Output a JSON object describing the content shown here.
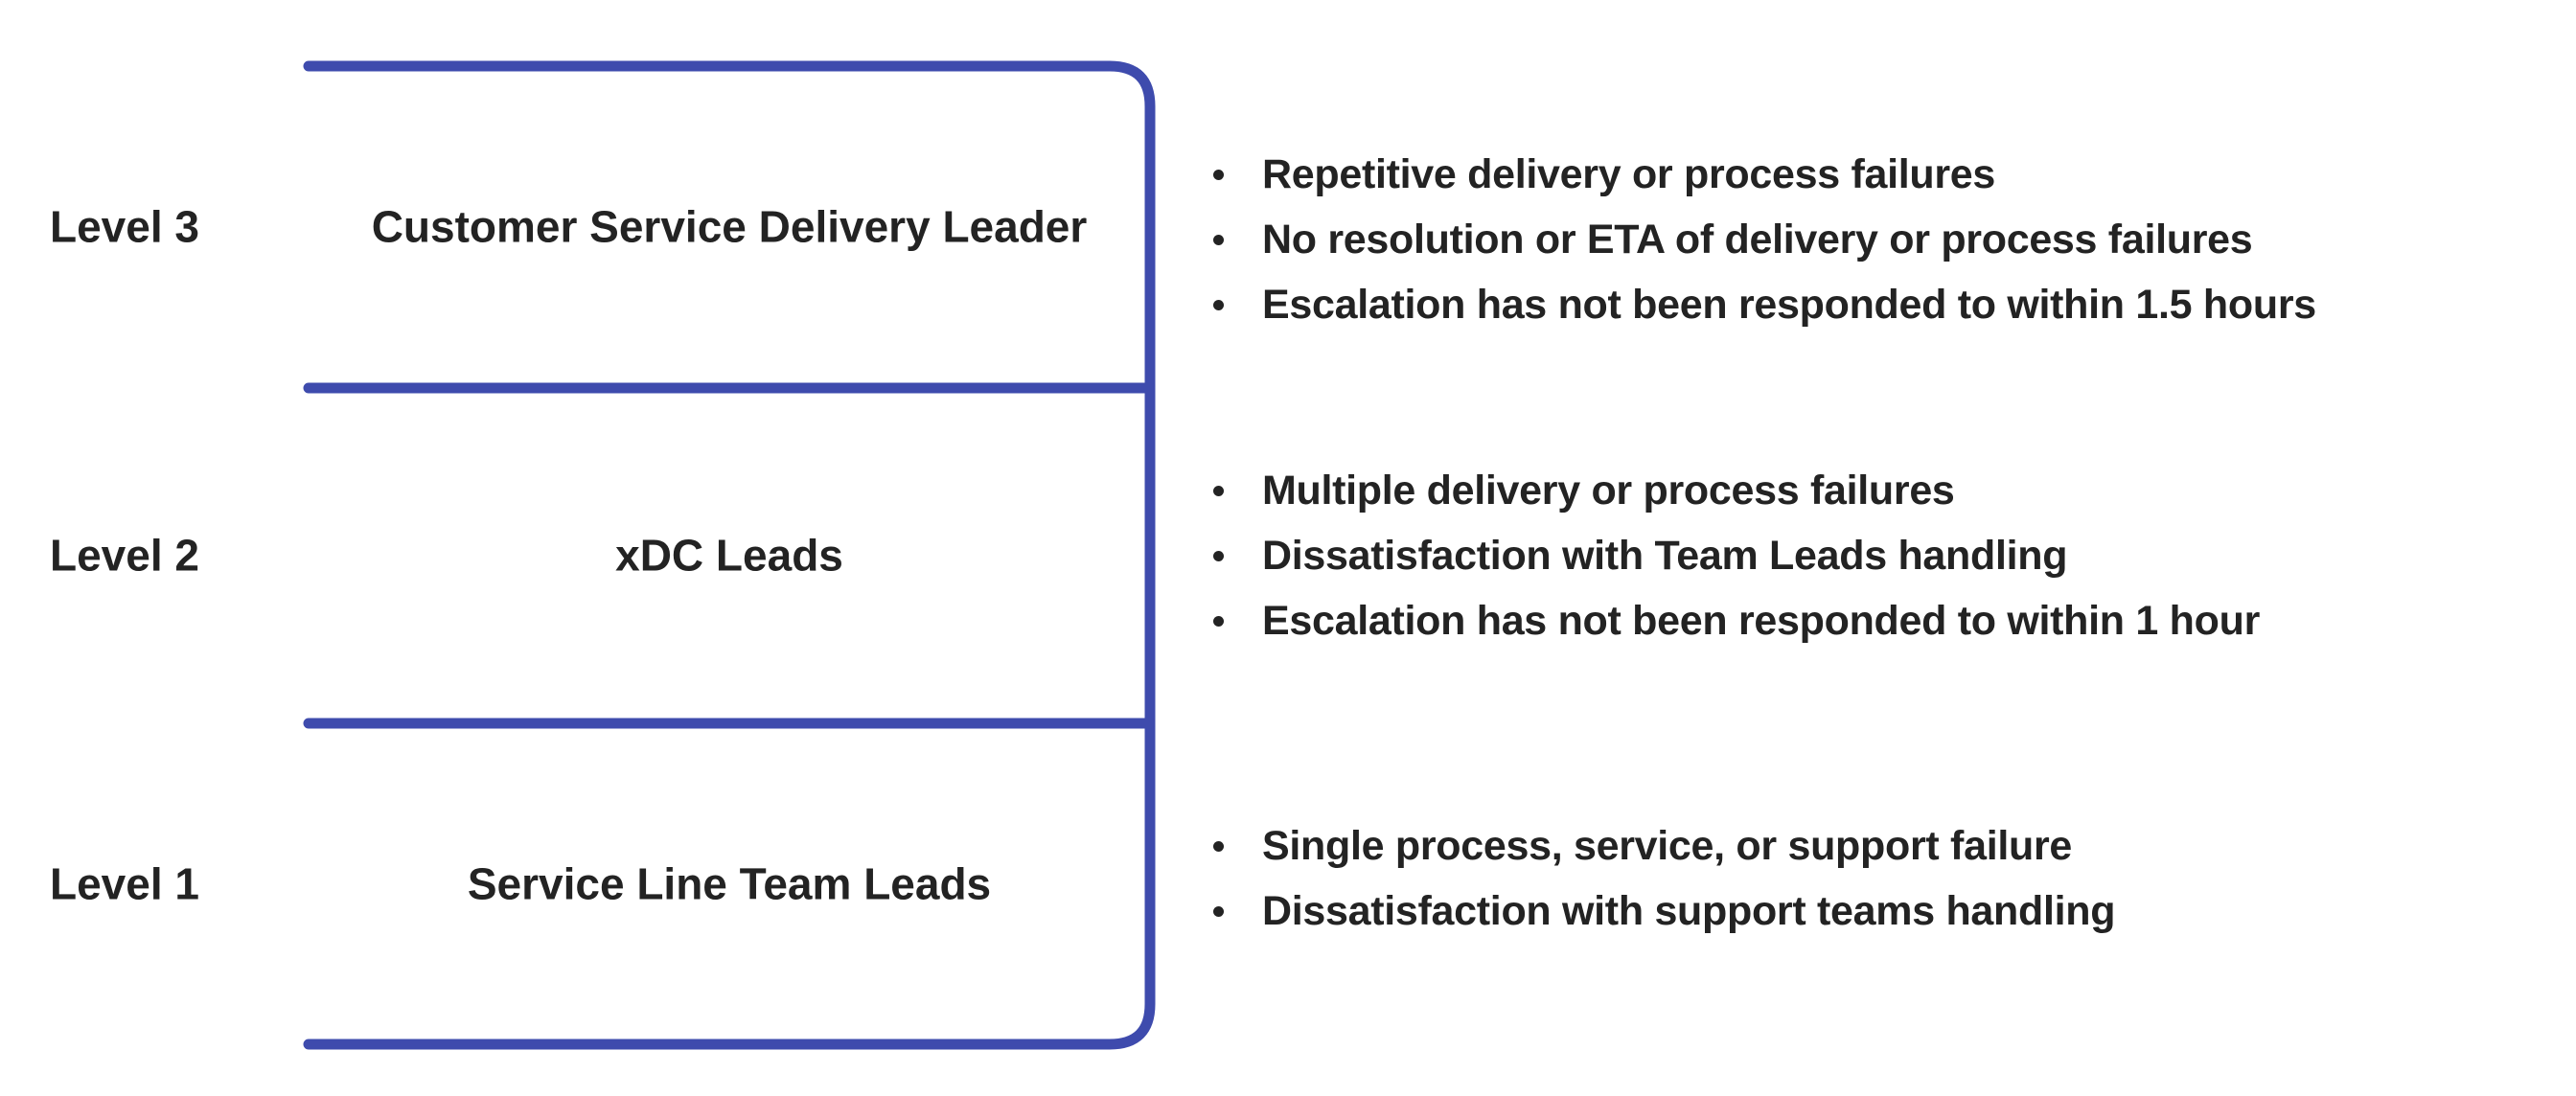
{
  "diagram": {
    "type": "escalation-levels",
    "colors": {
      "accent": "#3E4BAD",
      "text": "#232323",
      "background": "#FFFFFF"
    },
    "bullet_glyph": "•",
    "levels": [
      {
        "label": "Level 3",
        "title": "Customer Service Delivery Leader",
        "bullets": [
          "Repetitive delivery or process failures",
          "No resolution or ETA of delivery or process failures",
          "Escalation has not been responded to within 1.5 hours"
        ]
      },
      {
        "label": "Level 2",
        "title": "xDC Leads",
        "bullets": [
          "Multiple delivery or process failures",
          "Dissatisfaction with Team Leads handling",
          "Escalation has not been responded to within 1 hour"
        ]
      },
      {
        "label": "Level 1",
        "title": "Service Line Team Leads",
        "bullets": [
          "Single process, service, or support failure",
          "Dissatisfaction with support teams handling"
        ]
      }
    ]
  }
}
